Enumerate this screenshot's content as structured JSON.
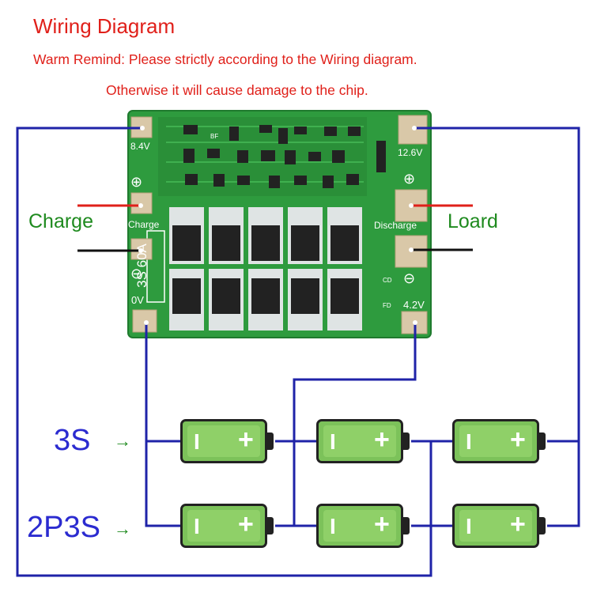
{
  "header": {
    "title": "Wiring Diagram",
    "remind_line1": "Warm Remind: Please strictly according to the Wiring diagram.",
    "remind_line2": "Otherwise it will cause damage to the chip."
  },
  "labels": {
    "charge": "Charge",
    "load": "Loard",
    "config_3s": "3S",
    "config_2p3s": "2P3S",
    "arrow": "→"
  },
  "pcb": {
    "pad_8_4v": "8.4V",
    "pad_12_6v": "12.6V",
    "pad_0v": "0V",
    "pad_4_2v": "4.2V",
    "charge_silk": "Charge",
    "discharge_silk": "Discharge",
    "model": "3S 60A",
    "cd": "CD",
    "fd": "FD",
    "bf": "BF",
    "plus_symbol": "⊕",
    "minus_symbol": "⊖"
  },
  "battery": {
    "neg": "I",
    "pos": "+"
  },
  "colors": {
    "wire_blue": "#1f23a8",
    "wire_red": "#e0201a",
    "wire_black": "#111111",
    "pcb_green": "#2e9b3e",
    "battery_green": "#7cc25a",
    "title_red": "#e0201a",
    "label_green": "#1e8a1e",
    "config_blue": "#2b2bd0"
  }
}
